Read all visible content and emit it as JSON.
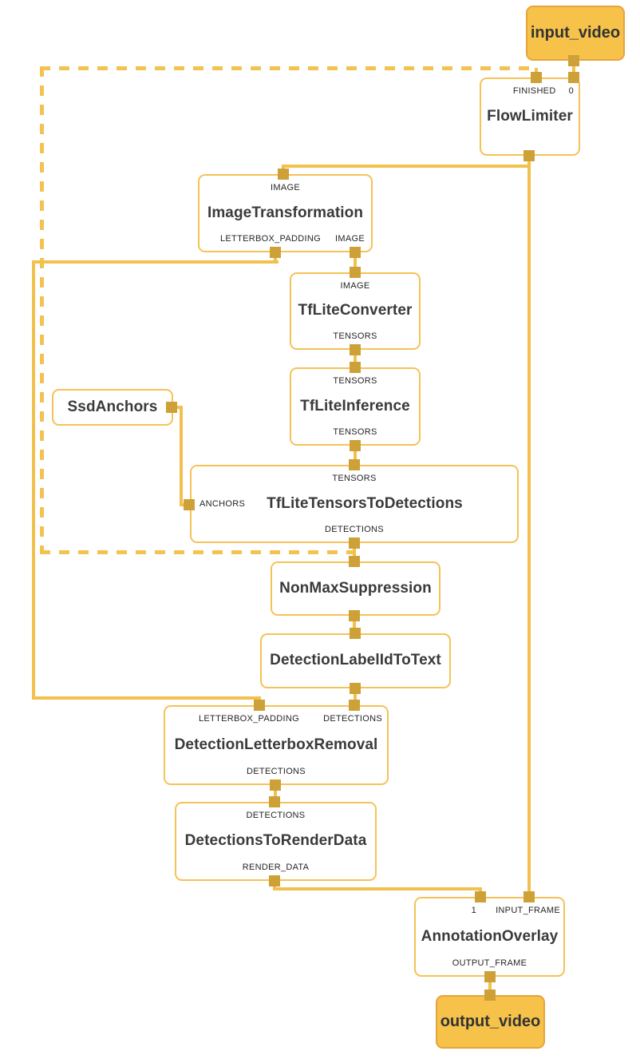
{
  "nodes": {
    "input_video": {
      "title": "input_video"
    },
    "flow_limiter": {
      "title": "FlowLimiter",
      "inputs": [
        "FINISHED",
        "0"
      ]
    },
    "image_transformation": {
      "title": "ImageTransformation",
      "inputs": [
        "IMAGE"
      ],
      "outputs": [
        "LETTERBOX_PADDING",
        "IMAGE"
      ]
    },
    "tflite_converter": {
      "title": "TfLiteConverter",
      "inputs": [
        "IMAGE"
      ],
      "outputs": [
        "TENSORS"
      ]
    },
    "tflite_inference": {
      "title": "TfLiteInference",
      "inputs": [
        "TENSORS"
      ],
      "outputs": [
        "TENSORS"
      ]
    },
    "ssd_anchors": {
      "title": "SsdAnchors"
    },
    "tflite_tensors_to_detections": {
      "title": "TfLiteTensorsToDetections",
      "inputs": [
        "TENSORS",
        "ANCHORS"
      ],
      "outputs": [
        "DETECTIONS"
      ]
    },
    "non_max_suppression": {
      "title": "NonMaxSuppression"
    },
    "detection_label_id_to_text": {
      "title": "DetectionLabelIdToText"
    },
    "detection_letterbox_removal": {
      "title": "DetectionLetterboxRemoval",
      "inputs": [
        "LETTERBOX_PADDING",
        "DETECTIONS"
      ],
      "outputs": [
        "DETECTIONS"
      ]
    },
    "detections_to_render_data": {
      "title": "DetectionsToRenderData",
      "inputs": [
        "DETECTIONS"
      ],
      "outputs": [
        "RENDER_DATA"
      ]
    },
    "annotation_overlay": {
      "title": "AnnotationOverlay",
      "inputs": [
        "1",
        "INPUT_FRAME"
      ],
      "outputs": [
        "OUTPUT_FRAME"
      ]
    },
    "output_video": {
      "title": "output_video"
    }
  },
  "edges": [
    {
      "from": "input_video",
      "to": "FlowLimiter:0",
      "style": "solid"
    },
    {
      "from": "FlowLimiter",
      "to": "ImageTransformation:IMAGE",
      "style": "solid"
    },
    {
      "from": "FlowLimiter",
      "to": "AnnotationOverlay:INPUT_FRAME",
      "style": "solid"
    },
    {
      "from": "ImageTransformation:LETTERBOX_PADDING",
      "to": "DetectionLetterboxRemoval:LETTERBOX_PADDING",
      "style": "solid"
    },
    {
      "from": "ImageTransformation:IMAGE",
      "to": "TfLiteConverter:IMAGE",
      "style": "solid"
    },
    {
      "from": "TfLiteConverter:TENSORS",
      "to": "TfLiteInference:TENSORS",
      "style": "solid"
    },
    {
      "from": "TfLiteInference:TENSORS",
      "to": "TfLiteTensorsToDetections:TENSORS",
      "style": "solid"
    },
    {
      "from": "SsdAnchors",
      "to": "TfLiteTensorsToDetections:ANCHORS",
      "style": "solid"
    },
    {
      "from": "TfLiteTensorsToDetections:DETECTIONS",
      "to": "NonMaxSuppression",
      "style": "solid"
    },
    {
      "from": "TfLiteTensorsToDetections:DETECTIONS",
      "to": "FlowLimiter:FINISHED",
      "style": "dashed"
    },
    {
      "from": "NonMaxSuppression",
      "to": "DetectionLabelIdToText",
      "style": "solid"
    },
    {
      "from": "DetectionLabelIdToText",
      "to": "DetectionLetterboxRemoval:DETECTIONS",
      "style": "solid"
    },
    {
      "from": "DetectionLetterboxRemoval:DETECTIONS",
      "to": "DetectionsToRenderData:DETECTIONS",
      "style": "solid"
    },
    {
      "from": "DetectionsToRenderData:RENDER_DATA",
      "to": "AnnotationOverlay:1",
      "style": "solid"
    },
    {
      "from": "AnnotationOverlay:OUTPUT_FRAME",
      "to": "output_video",
      "style": "solid"
    }
  ],
  "colors": {
    "edge": "#F2C04D",
    "dashed_edge": "#F3C352",
    "port": "#CDA137",
    "node_border": "#F5C257",
    "node_bg": "#FFFFFF",
    "terminal_bg": "#F6C24A",
    "terminal_border": "#E8A33C",
    "title_text": "#3A3A3A",
    "port_label_text": "#252525",
    "background": "#FFFFFF"
  }
}
